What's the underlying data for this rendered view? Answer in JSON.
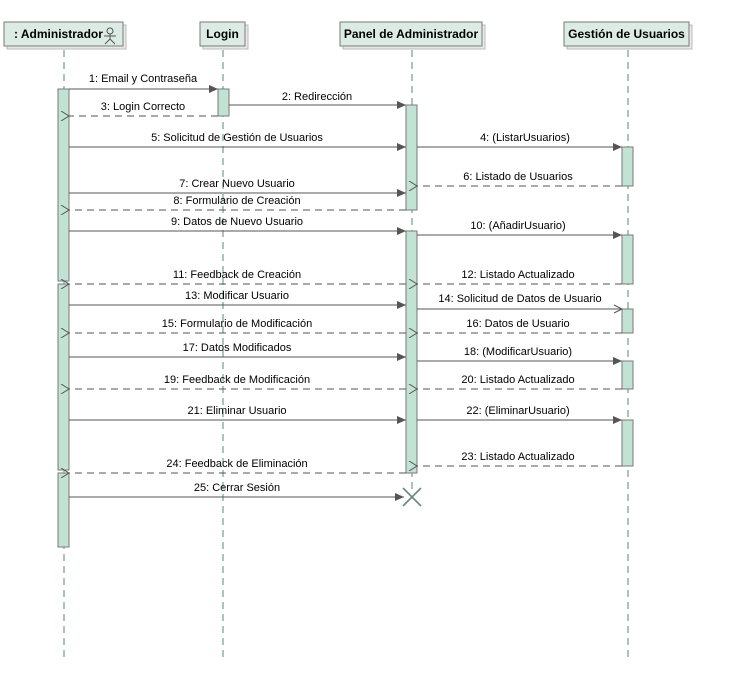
{
  "diagram": {
    "type": "sequence",
    "lifelines": [
      {
        "id": "admin",
        "label": ": Administrador",
        "kind": "actor"
      },
      {
        "id": "login",
        "label": "Login",
        "kind": "object"
      },
      {
        "id": "panel",
        "label": "Panel de Administrador",
        "kind": "object"
      },
      {
        "id": "gestion",
        "label": "Gestión de Usuarios",
        "kind": "object"
      }
    ],
    "messages": [
      {
        "label": "1: Email y Contraseña",
        "from": "admin",
        "to": "login",
        "type": "sync"
      },
      {
        "label": "2: Redirección",
        "from": "login",
        "to": "panel",
        "type": "sync"
      },
      {
        "label": "3: Login Correcto",
        "from": "login",
        "to": "admin",
        "type": "return"
      },
      {
        "label": "5: Solicitud de Gestión de Usuarios",
        "from": "admin",
        "to": "panel",
        "type": "sync"
      },
      {
        "label": "4: (ListarUsuarios)",
        "from": "panel",
        "to": "gestion",
        "type": "sync"
      },
      {
        "label": "6: Listado de Usuarios",
        "from": "gestion",
        "to": "panel",
        "type": "return"
      },
      {
        "label": "7: Crear Nuevo Usuario",
        "from": "admin",
        "to": "panel",
        "type": "sync"
      },
      {
        "label": "8: Formulario de Creación",
        "from": "panel",
        "to": "admin",
        "type": "return"
      },
      {
        "label": "9: Datos de Nuevo Usuario",
        "from": "admin",
        "to": "panel",
        "type": "sync"
      },
      {
        "label": "10: (AñadirUsuario)",
        "from": "panel",
        "to": "gestion",
        "type": "sync"
      },
      {
        "label": "11: Feedback de Creación",
        "from": "panel",
        "to": "admin",
        "type": "return"
      },
      {
        "label": "12: Listado Actualizado",
        "from": "gestion",
        "to": "panel",
        "type": "return"
      },
      {
        "label": "13: Modificar Usuario",
        "from": "admin",
        "to": "panel",
        "type": "sync"
      },
      {
        "label": "14: Solicitud de Datos de Usuario",
        "from": "panel",
        "to": "gestion",
        "type": "sync"
      },
      {
        "label": "15: Formulario de Modificación",
        "from": "panel",
        "to": "admin",
        "type": "return"
      },
      {
        "label": "16: Datos de Usuario",
        "from": "gestion",
        "to": "panel",
        "type": "return"
      },
      {
        "label": "17: Datos Modificados",
        "from": "admin",
        "to": "panel",
        "type": "sync"
      },
      {
        "label": "18: (ModificarUsuario)",
        "from": "panel",
        "to": "gestion",
        "type": "sync"
      },
      {
        "label": "19: Feedback de Modificación",
        "from": "panel",
        "to": "admin",
        "type": "return"
      },
      {
        "label": "20: Listado Actualizado",
        "from": "gestion",
        "to": "panel",
        "type": "return"
      },
      {
        "label": "21: Eliminar Usuario",
        "from": "admin",
        "to": "panel",
        "type": "sync"
      },
      {
        "label": "22: (EliminarUsuario)",
        "from": "panel",
        "to": "gestion",
        "type": "sync"
      },
      {
        "label": "23: Listado Actualizado",
        "from": "gestion",
        "to": "panel",
        "type": "return"
      },
      {
        "label": "24: Feedback de Eliminación",
        "from": "panel",
        "to": "admin",
        "type": "return"
      },
      {
        "label": "25: Cerrar Sesión",
        "from": "admin",
        "to": "panel",
        "type": "destroy"
      }
    ]
  },
  "colors": {
    "header_fill": "#dcece4",
    "activation_fill": "#c2e3d3",
    "outline": "#7a7a7a",
    "lifeline": "#5a8a7a",
    "arrow": "#555555",
    "destroy": "#6b8a7c"
  }
}
